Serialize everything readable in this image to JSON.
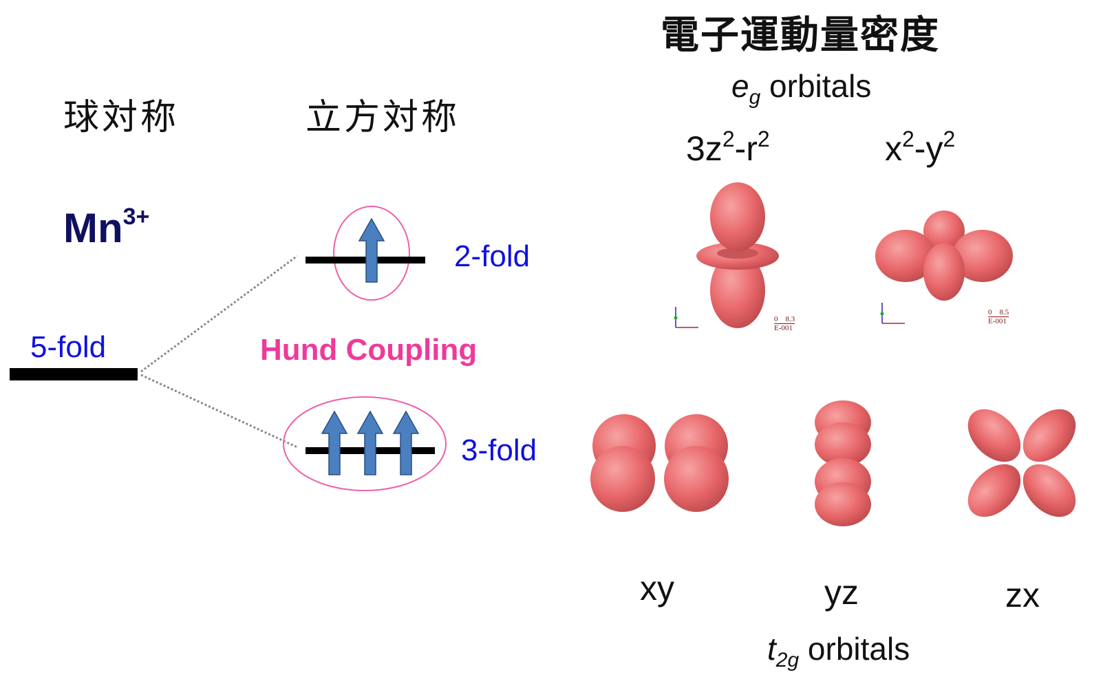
{
  "title": "電子運動量密度",
  "left_headers": {
    "spherical": "球対称",
    "cubic": "立方対称"
  },
  "ion": {
    "symbol": "Mn",
    "charge": "3+"
  },
  "levels": {
    "degenerate": "5-fold",
    "upper": "2-fold",
    "lower": "3-fold"
  },
  "hund_label": "Hund Coupling",
  "eg": {
    "symbol": "e",
    "subscript": "g",
    "suffix": " orbitals",
    "orbitals": [
      {
        "base": "3z",
        "sup1": "2",
        "mid": "-r",
        "sup2": "2",
        "scale_top": "0    8.3",
        "scale_bottom": "E-001"
      },
      {
        "base": "x",
        "sup1": "2",
        "mid": "-y",
        "sup2": "2",
        "scale_top": "0    8.5",
        "scale_bottom": "E-001"
      }
    ]
  },
  "t2g": {
    "symbol": "t",
    "subscript": "2g",
    "suffix": " orbitals",
    "orbitals": [
      "xy",
      "yz",
      "zx"
    ]
  },
  "colors": {
    "lobe": "#e86b6e",
    "arrow": "#4a7fc0",
    "ellipse": "#ee5fa8",
    "level_text": "#1010e0",
    "hund": "#ee3a9a"
  }
}
